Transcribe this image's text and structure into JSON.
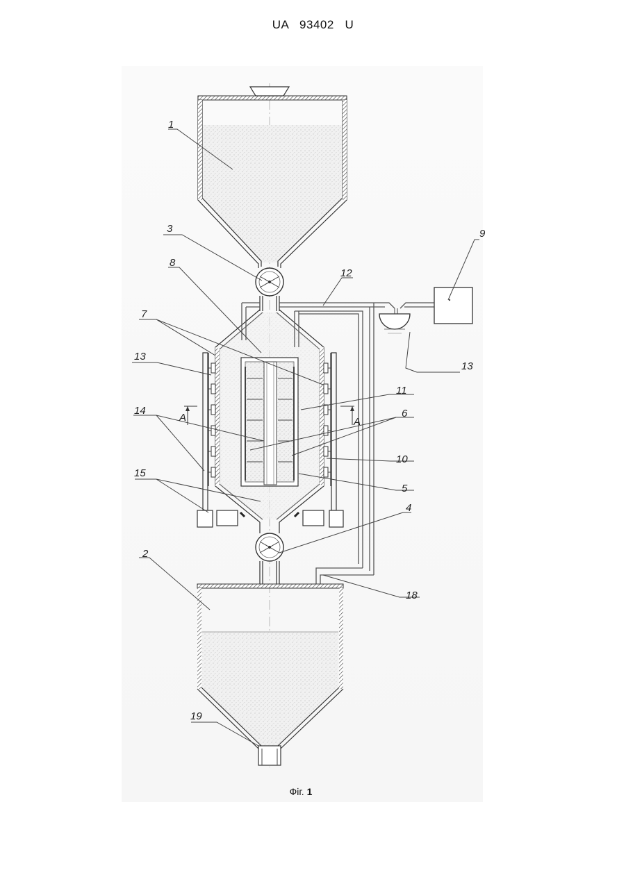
{
  "header": {
    "doc_id": "UA   93402   U"
  },
  "caption": {
    "prefix": "Фіг.",
    "number": "1"
  },
  "section_mark": {
    "left": "A",
    "right": "A"
  },
  "labels": {
    "l1": "1",
    "l2": "2",
    "l3": "3",
    "l4": "4",
    "l5": "5",
    "l6": "6",
    "l7": "7",
    "l8": "8",
    "l9": "9",
    "l10": "10",
    "l11": "11",
    "l12": "12",
    "l13a": "13",
    "l13b": "13",
    "l14": "14",
    "l15": "15",
    "l18": "18",
    "l19": "19"
  }
}
